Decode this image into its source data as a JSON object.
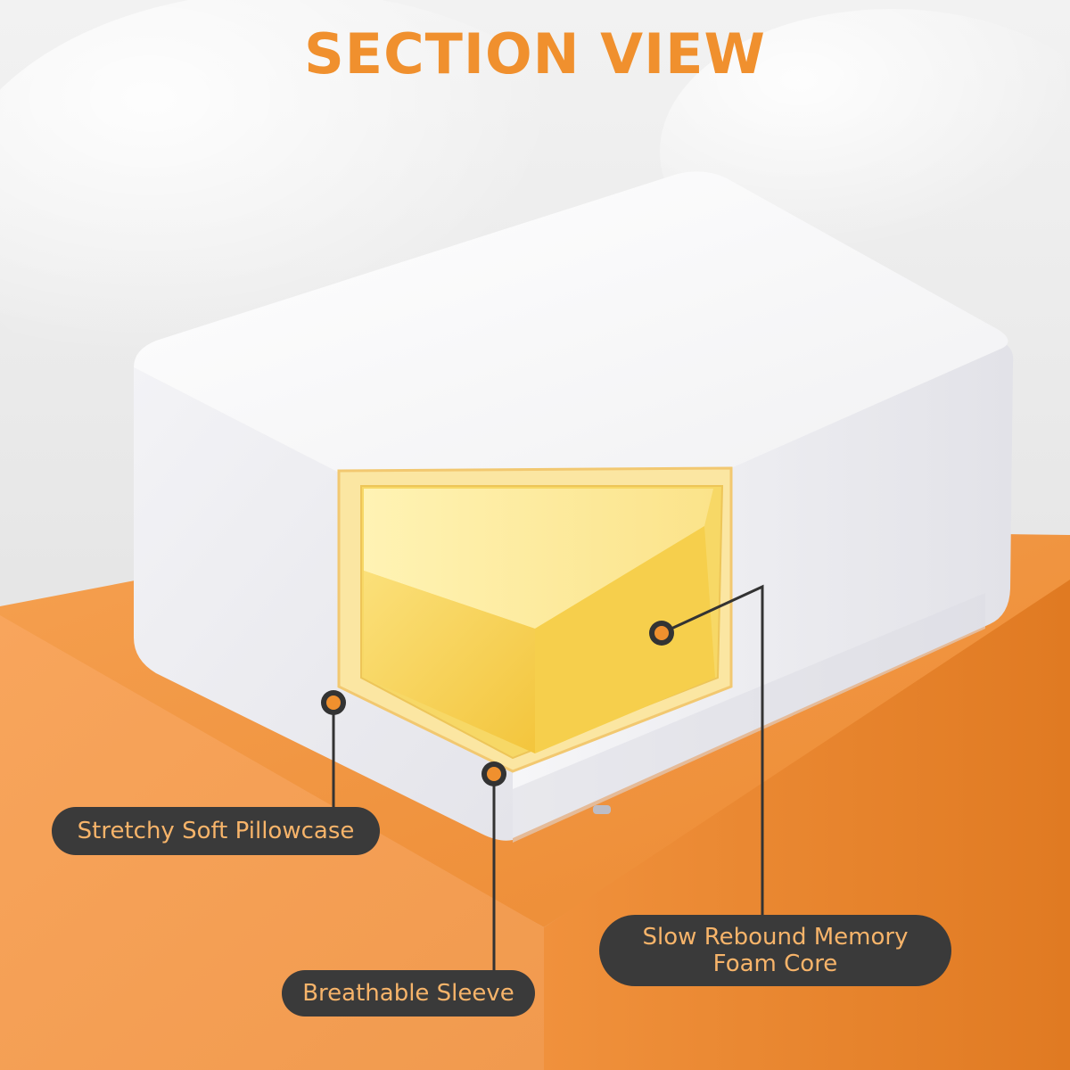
{
  "title": "SECTION VIEW",
  "labels": {
    "pillowcase": "Stretchy Soft Pillowcase",
    "sleeve": "Breathable Sleeve",
    "core_line1": "Slow Rebound Memory",
    "core_line2": "Foam Core"
  },
  "colors": {
    "accent": "#f0902e",
    "label_bg": "#3a3a3a",
    "label_text": "#f7b46a",
    "foam": "#f9d55c"
  }
}
